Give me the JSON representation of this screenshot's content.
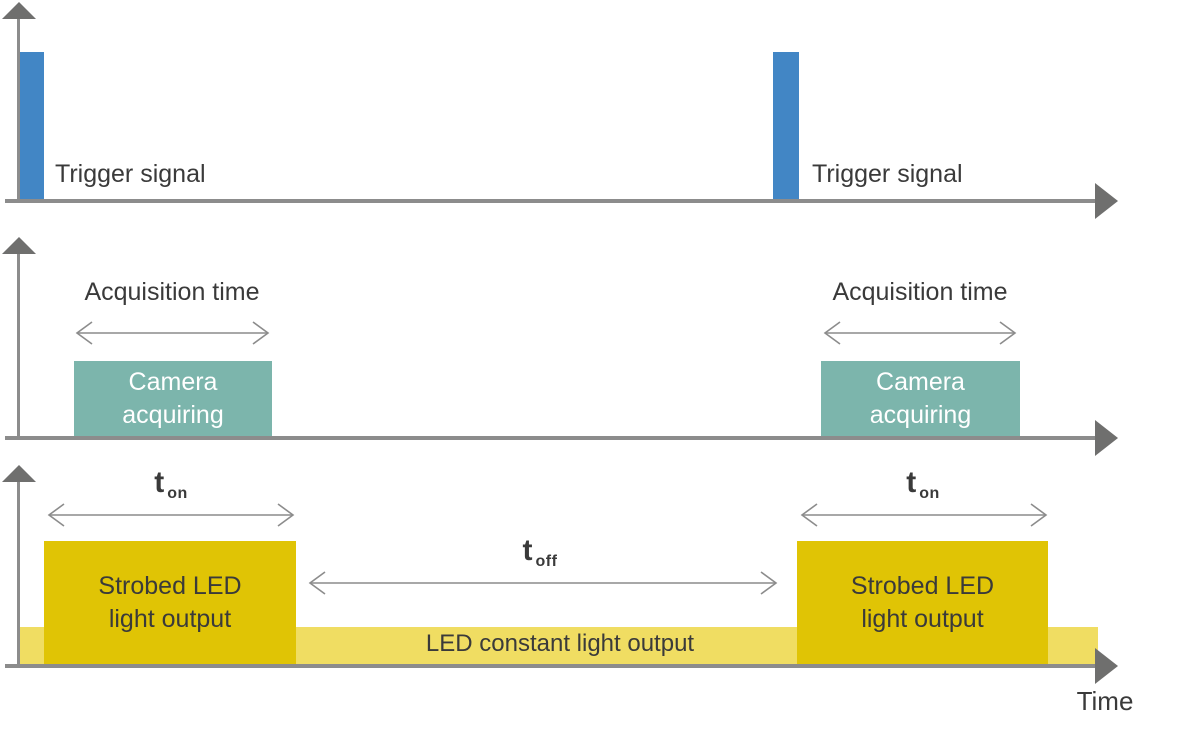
{
  "colors": {
    "axis": "#8c8c8c",
    "arrowhead": "#6f6f6e",
    "trigger_pulse": "#4286c5",
    "camera_box": "#7cb5ac",
    "strobe_box": "#e0c405",
    "constant_bar": "#f0dd62",
    "text_dark": "#3a3a3a",
    "box_text_light": "#ffffff"
  },
  "rows": {
    "trigger": {
      "label": "Trigger signal"
    },
    "camera": {
      "arrow_label": "Acquisition time",
      "box_line1": "Camera",
      "box_line2": "acquiring"
    },
    "led": {
      "t_on": {
        "base": "t",
        "sub": "on"
      },
      "t_off": {
        "base": "t",
        "sub": "off"
      },
      "strobe_line1": "Strobed LED",
      "strobe_line2": "light output",
      "constant_label": "LED constant light output",
      "time_label": "Time"
    }
  }
}
